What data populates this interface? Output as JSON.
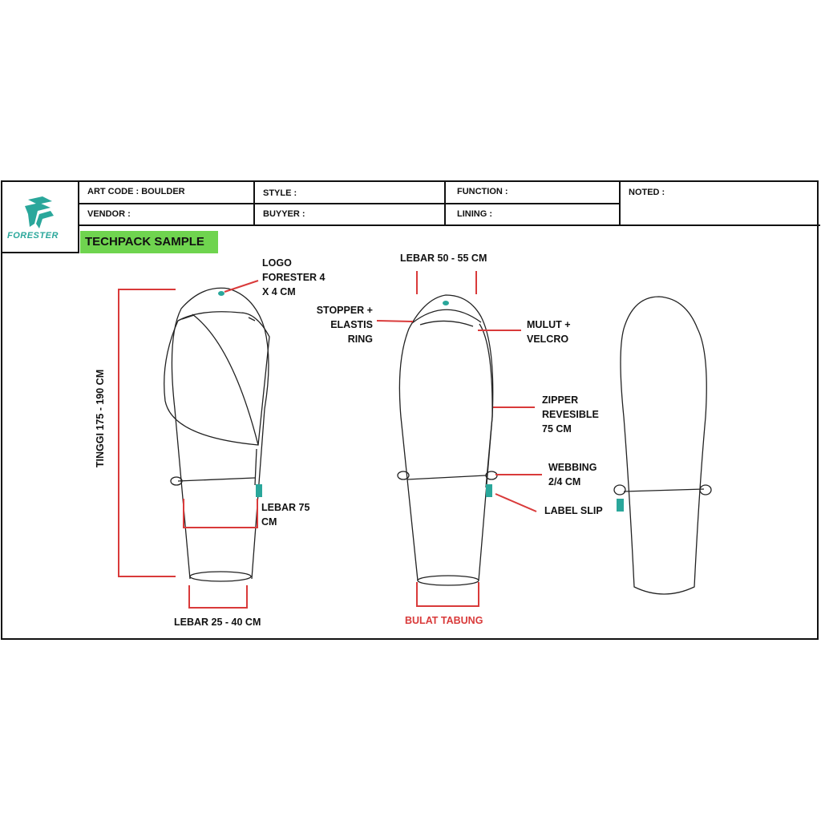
{
  "header": {
    "brand": "FORESTER",
    "art_code": "ART CODE : BOULDER",
    "style": "STYLE :",
    "function": "FUNCTION :",
    "noted": "NOTED :",
    "vendor": "VENDOR :",
    "buyyer": "BUYYER :",
    "lining": "LINING :",
    "techpack": "TECHPACK SAMPLE"
  },
  "labels": {
    "logo": [
      "LOGO",
      "FORESTER 4",
      "X 4 CM"
    ],
    "height": "TINGGI 175 - 190 CM",
    "width_mid": [
      "LEBAR 75",
      "CM"
    ],
    "width_bottom": "LEBAR 25 - 40 CM",
    "width_top": "LEBAR 50 - 55 CM",
    "stopper": [
      "STOPPER +",
      "ELASTIS",
      "RING"
    ],
    "mouth": [
      "MULUT +",
      "VELCRO"
    ],
    "zipper": [
      "ZIPPER",
      "REVESIBLE",
      "75 CM"
    ],
    "webbing": [
      "WEBBING",
      "2/4 CM"
    ],
    "label_slip": "LABEL SLIP",
    "tube": "BULAT TABUNG"
  },
  "colors": {
    "accent": "#2aa79b",
    "dimension": "#d93a3a",
    "highlight": "#6fd44f"
  }
}
